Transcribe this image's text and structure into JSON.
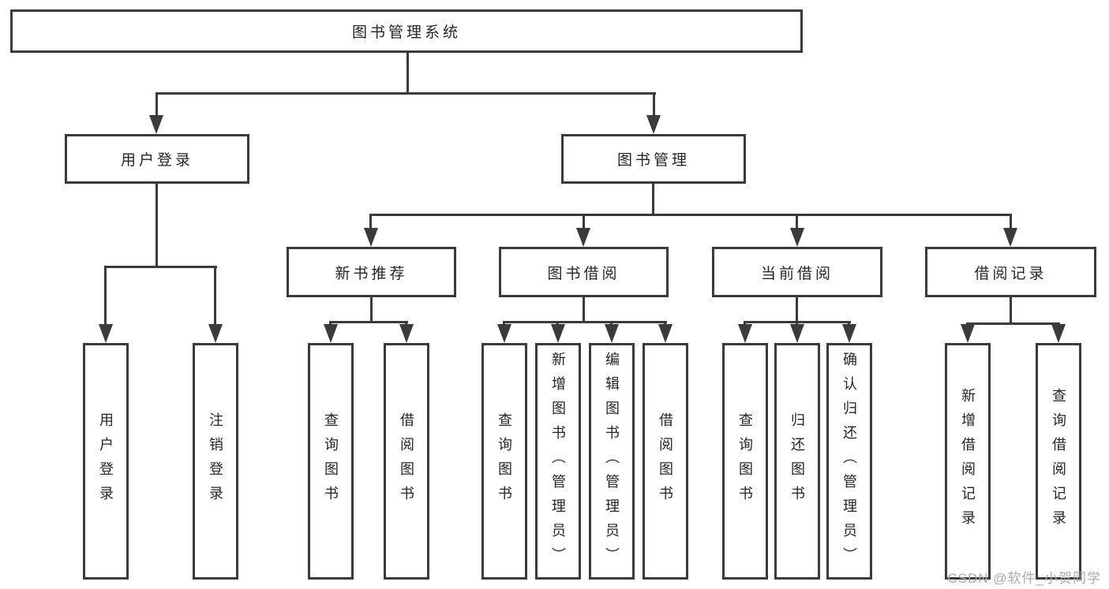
{
  "watermark": "CSDN @软件_小贺同学",
  "colors": {
    "line": "#3b3b3b",
    "text": "#262626",
    "watermark": "#ababab"
  },
  "nodes": {
    "root": {
      "label": "图书管理系统"
    },
    "level2": [
      {
        "id": "user-login",
        "label": "用户登录"
      },
      {
        "id": "book-management",
        "label": "图书管理"
      }
    ],
    "level3": [
      {
        "id": "new-book-recommend",
        "label": "新书推荐",
        "parent": "book-management"
      },
      {
        "id": "book-borrowing",
        "label": "图书借阅",
        "parent": "book-management"
      },
      {
        "id": "current-borrowing",
        "label": "当前借阅",
        "parent": "book-management"
      },
      {
        "id": "borrowing-records",
        "label": "借阅记录",
        "parent": "book-management"
      }
    ],
    "leaves": [
      {
        "parent": "user-login",
        "label": "用户登录"
      },
      {
        "parent": "user-login",
        "label": "注销登录"
      },
      {
        "parent": "new-book-recommend",
        "label": "查询图书"
      },
      {
        "parent": "new-book-recommend",
        "label": "借阅图书"
      },
      {
        "parent": "book-borrowing",
        "label": "查询图书"
      },
      {
        "parent": "book-borrowing",
        "label": "新增图书（管理员）"
      },
      {
        "parent": "book-borrowing",
        "label": "编辑图书（管理员）"
      },
      {
        "parent": "book-borrowing",
        "label": "借阅图书"
      },
      {
        "parent": "current-borrowing",
        "label": "查询图书"
      },
      {
        "parent": "current-borrowing",
        "label": "归还图书"
      },
      {
        "parent": "current-borrowing",
        "label": "确认归还（管理员）"
      },
      {
        "parent": "borrowing-records",
        "label": "新增借阅记录"
      },
      {
        "parent": "borrowing-records",
        "label": "查询借阅记录"
      }
    ]
  }
}
